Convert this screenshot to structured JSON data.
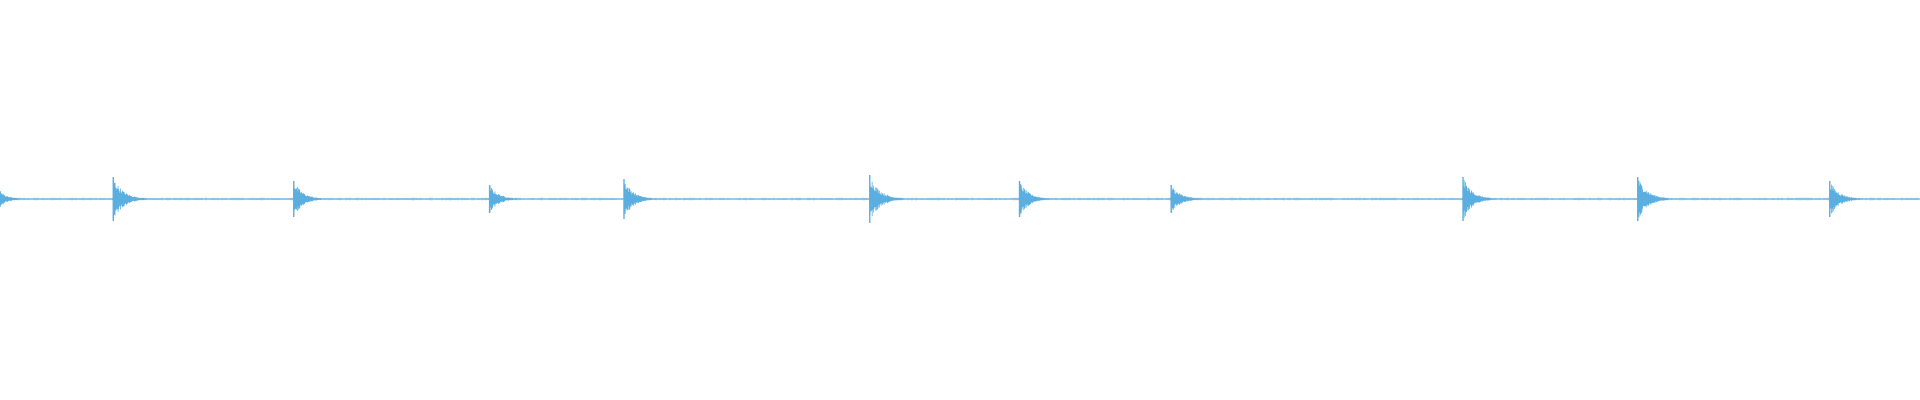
{
  "waveform": {
    "color": "#5aaee0",
    "center_level": 0.0,
    "peak_amplitude_scale": 0.1,
    "transients": [
      {
        "at": 0.0,
        "amplitude": 0.2,
        "decay": 0.35
      },
      {
        "at": 0.059,
        "amplitude": 0.55,
        "decay": 0.6
      },
      {
        "at": 0.153,
        "amplitude": 0.45,
        "decay": 0.5
      },
      {
        "at": 0.255,
        "amplitude": 0.35,
        "decay": 0.5
      },
      {
        "at": 0.325,
        "amplitude": 0.5,
        "decay": 0.5
      },
      {
        "at": 0.453,
        "amplitude": 0.6,
        "decay": 0.6
      },
      {
        "at": 0.531,
        "amplitude": 0.45,
        "decay": 0.5
      },
      {
        "at": 0.61,
        "amplitude": 0.35,
        "decay": 0.55
      },
      {
        "at": 0.762,
        "amplitude": 0.55,
        "decay": 0.5
      },
      {
        "at": 0.853,
        "amplitude": 0.55,
        "decay": 0.6
      },
      {
        "at": 0.953,
        "amplitude": 0.45,
        "decay": 0.55
      }
    ]
  }
}
